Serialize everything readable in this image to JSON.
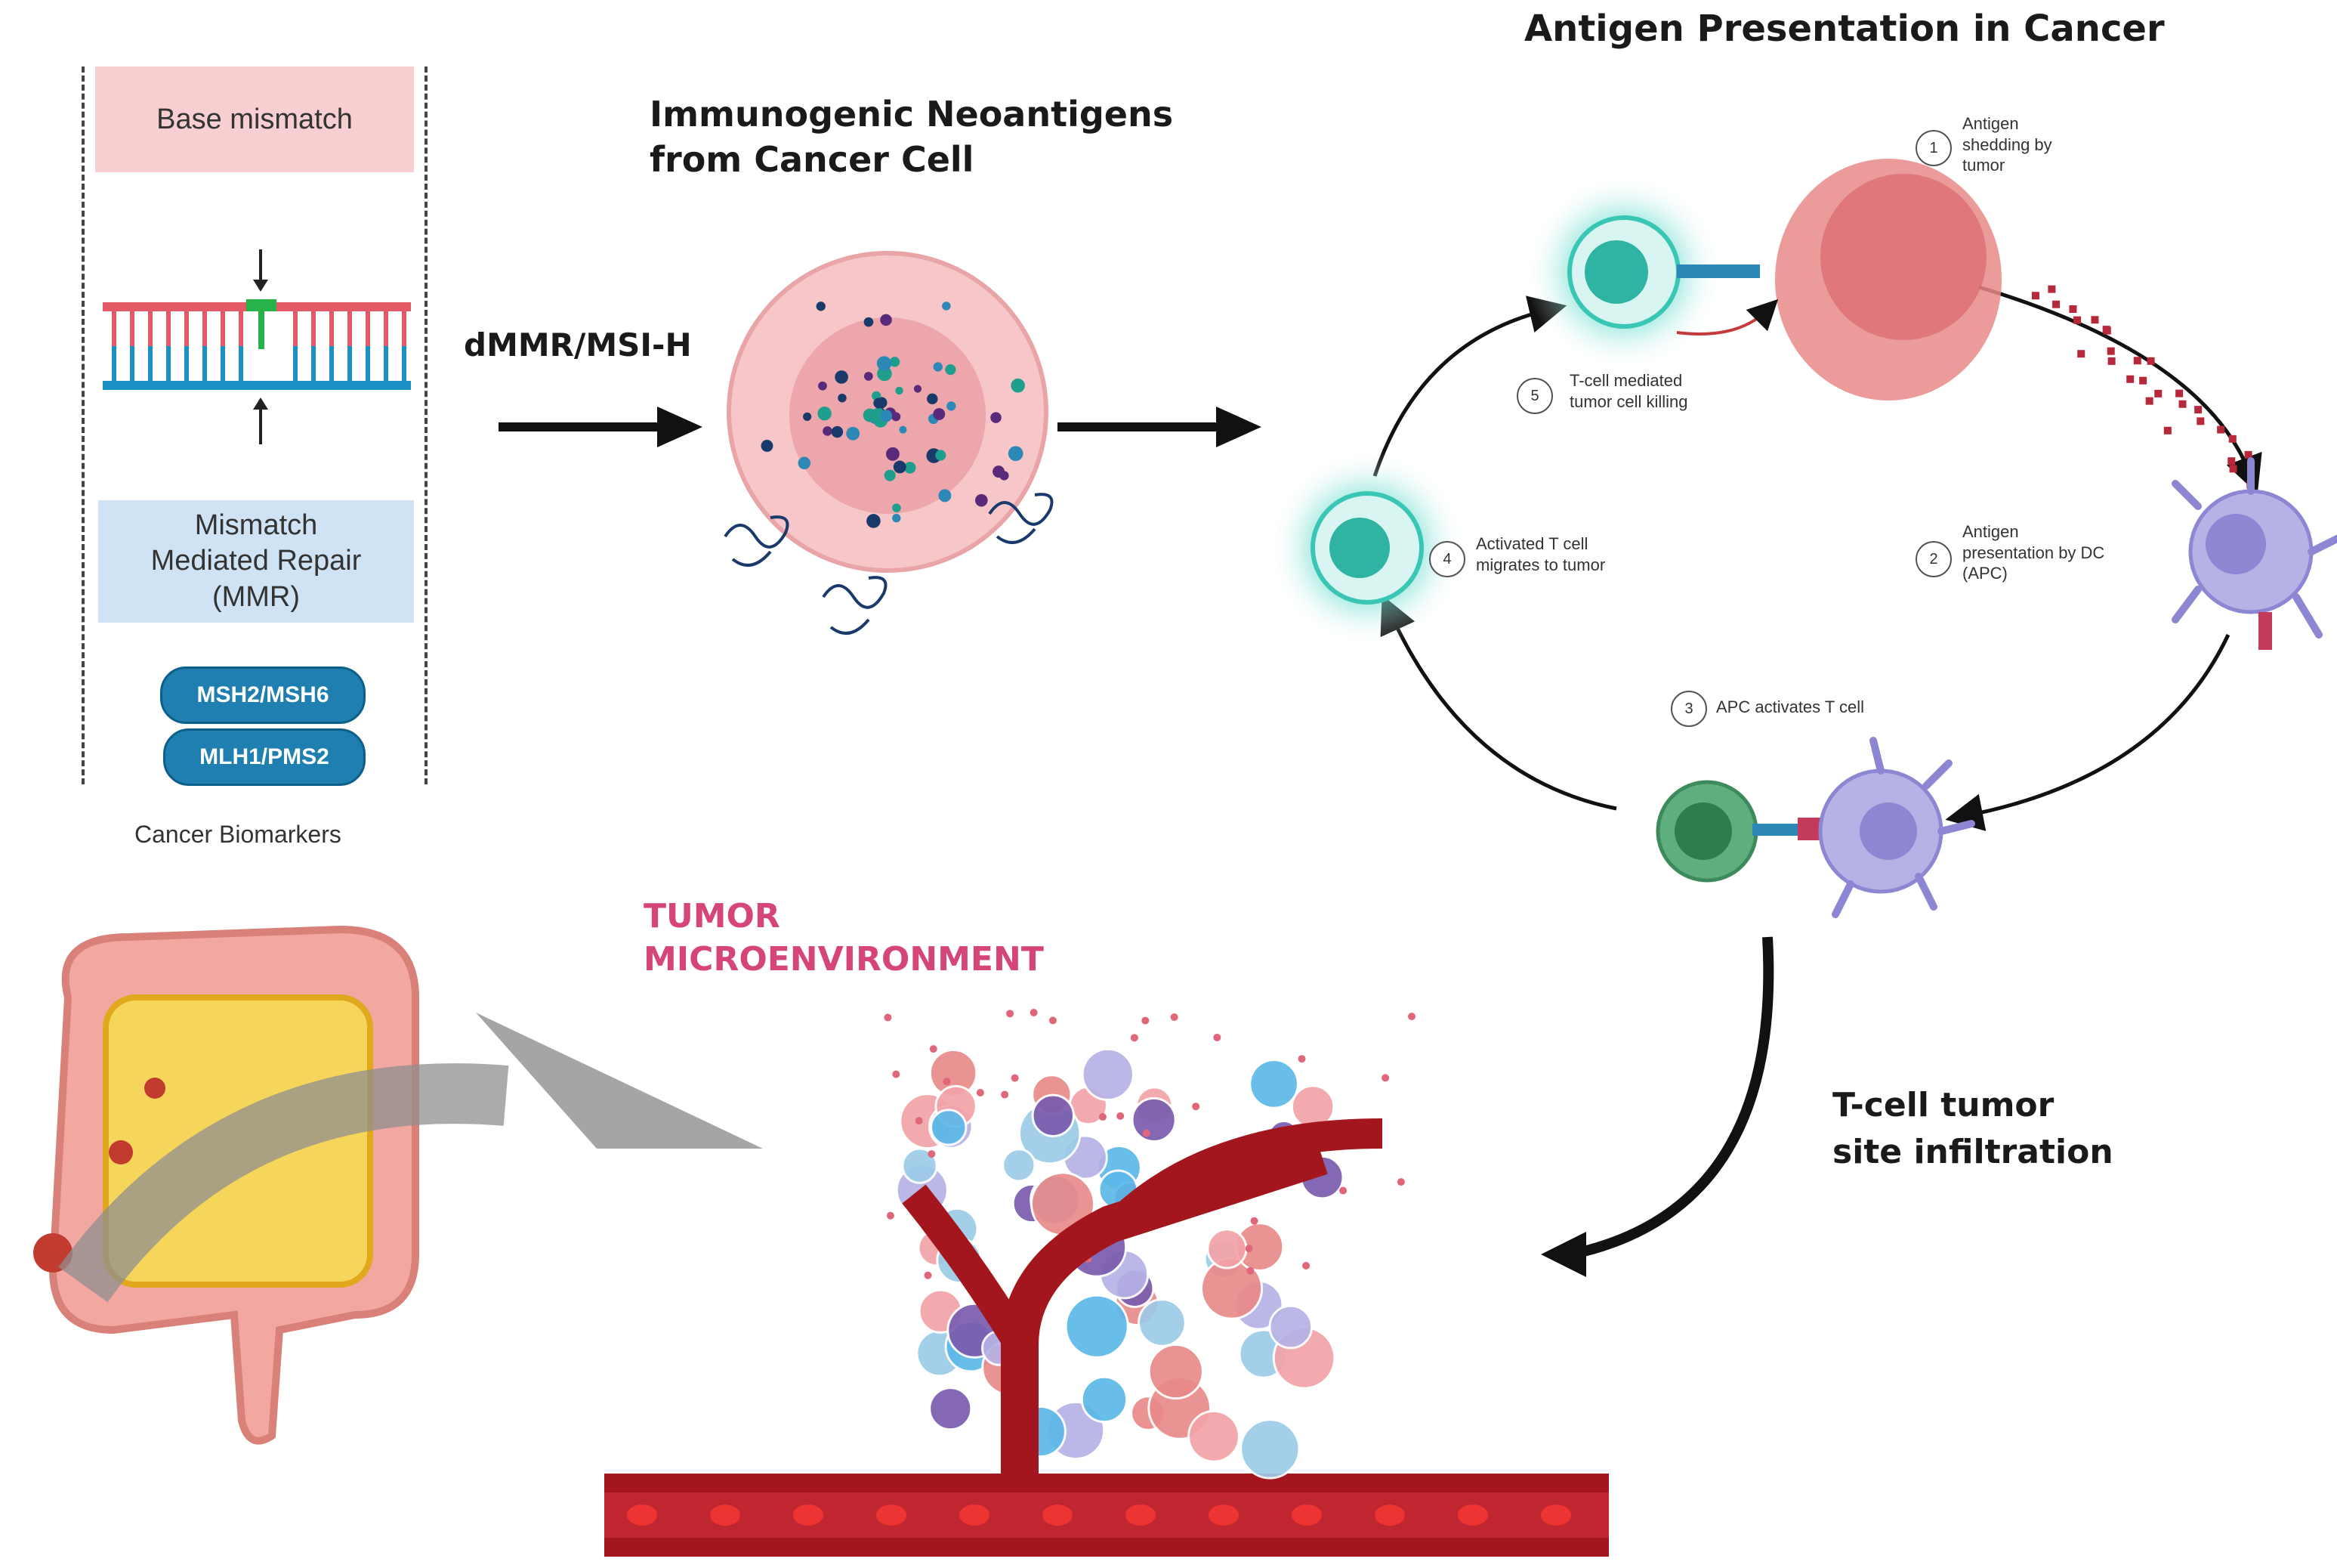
{
  "mmr_panel": {
    "base_mismatch": "Base mismatch",
    "repair_label": "Mismatch\nMediated Repair\n(MMR)",
    "genes": [
      "MSH2/MSH6",
      "MLH1/PMS2"
    ],
    "caption": "Cancer Biomarkers"
  },
  "arrow_label": "dMMR/MSI-H",
  "neoantigen_title": "Immunogenic Neoantigens\nfrom Cancer Cell",
  "cycle": {
    "title": "Antigen Presentation in Cancer",
    "steps": [
      {
        "num": "1",
        "text": "Antigen\nshedding by\ntumor"
      },
      {
        "num": "2",
        "text": "Antigen\npresentation by DC\n(APC)"
      },
      {
        "num": "3",
        "text": "APC activates T cell"
      },
      {
        "num": "4",
        "text": "Activated T cell\nmigrates to tumor"
      },
      {
        "num": "5",
        "text": "T-cell mediated\ntumor cell killing"
      }
    ]
  },
  "tme_title": "TUMOR\nMICROENVIRONMENT",
  "infiltration": "T-cell tumor\nsite infiltration",
  "colors": {
    "pink_box": "#f8cfd0",
    "blue_box": "#cfe3f4",
    "gene_pill": "#1f7fb0",
    "tme_title": "#d6457a",
    "t_cell": "#39c6b4",
    "apc": "#b6b2e6",
    "vessel": "#a3161e"
  }
}
